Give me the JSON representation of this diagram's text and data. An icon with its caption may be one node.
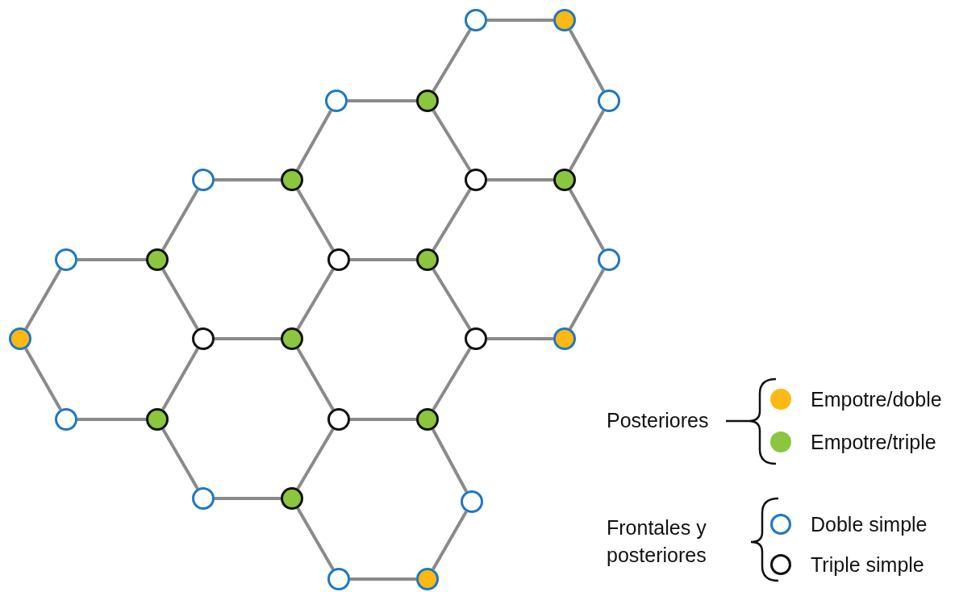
{
  "diagram": {
    "nodes": [
      {
        "text": [],
        "shape": "circle"
      },
      {
        "text": [],
        "shape": "circle"
      },
      {
        "text": [],
        "shape": "circle"
      },
      {
        "text": [],
        "shape": "circle"
      },
      {
        "text": [],
        "shape": "circle"
      },
      {
        "text": [],
        "shape": "circle"
      },
      {
        "text": [],
        "shape": "circle"
      },
      {
        "text": [],
        "shape": "circle"
      },
      {
        "text": [],
        "shape": "circle"
      },
      {
        "text": [],
        "shape": "circle"
      },
      {
        "text": [],
        "shape": "circle"
      },
      {
        "text": [],
        "shape": "circle"
      },
      {
        "text": [],
        "shape": "circle"
      },
      {
        "text": [],
        "shape": "circle"
      },
      {
        "text": [],
        "shape": "circle"
      },
      {
        "text": [],
        "shape": "circle"
      },
      {
        "text": [],
        "shape": "circle"
      },
      {
        "text": [],
        "shape": "circle"
      },
      {
        "text": [],
        "shape": "circle"
      },
      {
        "text": [],
        "shape": "circle"
      },
      {
        "text": [],
        "shape": "circle"
      },
      {
        "text": [],
        "shape": "circle"
      },
      {
        "text": [],
        "shape": "circle"
      },
      {
        "text": [],
        "shape": "circle"
      },
      {
        "text": [],
        "shape": "circle"
      },
      {
        "text": [],
        "shape": "circle"
      },
      {
        "text": [],
        "shape": "circle"
      },
      {
        "text": [],
        "shape": "circle"
      }
    ],
    "edges": [
      {
        "from": 0,
        "to": 1,
        "arrow": "none"
      },
      {
        "from": 1,
        "to": 4,
        "arrow": "none"
      },
      {
        "from": 4,
        "to": 8,
        "arrow": "none"
      },
      {
        "from": 7,
        "to": 8,
        "arrow": "none"
      },
      {
        "from": 3,
        "to": 7,
        "arrow": "none"
      },
      {
        "from": 0,
        "to": 3,
        "arrow": "none"
      },
      {
        "from": 2,
        "to": 3,
        "arrow": "none"
      },
      {
        "from": 7,
        "to": 12,
        "arrow": "none"
      },
      {
        "from": 11,
        "to": 12,
        "arrow": "none"
      },
      {
        "from": 6,
        "to": 11,
        "arrow": "none"
      },
      {
        "from": 2,
        "to": 6,
        "arrow": "none"
      },
      {
        "from": 5,
        "to": 6,
        "arrow": "none"
      },
      {
        "from": 11,
        "to": 16,
        "arrow": "none"
      },
      {
        "from": 15,
        "to": 16,
        "arrow": "none"
      },
      {
        "from": 10,
        "to": 15,
        "arrow": "none"
      },
      {
        "from": 5,
        "to": 10,
        "arrow": "none"
      },
      {
        "from": 9,
        "to": 10,
        "arrow": "none"
      },
      {
        "from": 15,
        "to": 20,
        "arrow": "none"
      },
      {
        "from": 19,
        "to": 20,
        "arrow": "none"
      },
      {
        "from": 14,
        "to": 19,
        "arrow": "none"
      },
      {
        "from": 9,
        "to": 14,
        "arrow": "none"
      },
      {
        "from": 8,
        "to": 13,
        "arrow": "none"
      },
      {
        "from": 13,
        "to": 18,
        "arrow": "none"
      },
      {
        "from": 17,
        "to": 18,
        "arrow": "none"
      },
      {
        "from": 12,
        "to": 17,
        "arrow": "none"
      },
      {
        "from": 17,
        "to": 22,
        "arrow": "none"
      },
      {
        "from": 21,
        "to": 22,
        "arrow": "none"
      },
      {
        "from": 16,
        "to": 21,
        "arrow": "none"
      },
      {
        "from": 21,
        "to": 24,
        "arrow": "none"
      },
      {
        "from": 23,
        "to": 24,
        "arrow": "none"
      },
      {
        "from": 20,
        "to": 23,
        "arrow": "none"
      },
      {
        "from": 22,
        "to": 25,
        "arrow": "none"
      },
      {
        "from": 25,
        "to": 27,
        "arrow": "none"
      },
      {
        "from": 26,
        "to": 27,
        "arrow": "none"
      },
      {
        "from": 24,
        "to": 26,
        "arrow": "none"
      }
    ],
    "labels": [
      "Posteriores",
      "Frontales y posteriores"
    ],
    "legend": [
      {
        "text": "Empotre/doble",
        "color": "#fdb913"
      },
      {
        "text": "Empotre/triple",
        "color": "#8cc63f"
      },
      {
        "text": "Doble simple"
      },
      {
        "text": "Triple simple"
      }
    ]
  }
}
